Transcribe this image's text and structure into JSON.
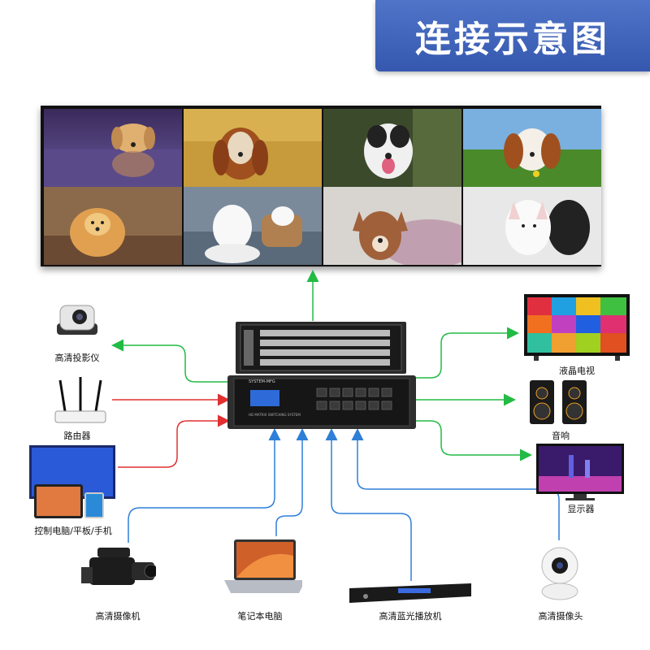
{
  "title": "连接示意图",
  "switcher": {
    "top_label": "SYSTEM-MFG",
    "model_label": "HD MATRIX SWITCHING SYSTEM"
  },
  "inputs_left": [
    {
      "label": "路由器",
      "icon": "router-icon",
      "color": "#e03030"
    },
    {
      "label": "控制电脑/平板/手机",
      "icon": "computer-tablet-phone-icon",
      "color": "#e03030"
    }
  ],
  "outputs_left": [
    {
      "label": "高清投影仪",
      "icon": "projector-icon",
      "color": "#22bb44"
    }
  ],
  "outputs_right": [
    {
      "label": "液晶电视",
      "icon": "tv-icon",
      "color": "#22bb44"
    },
    {
      "label": "音响",
      "icon": "speaker-icon",
      "color": "#22bb44"
    },
    {
      "label": "显示器",
      "icon": "monitor-icon",
      "color": "#22bb44"
    }
  ],
  "inputs_bottom": [
    {
      "label": "高清摄像机",
      "icon": "camcorder-icon",
      "color": "#2f7fd8"
    },
    {
      "label": "笔记本电脑",
      "icon": "laptop-icon",
      "color": "#2f7fd8"
    },
    {
      "label": "高清蓝光播放机",
      "icon": "bluray-player-icon",
      "color": "#2f7fd8"
    },
    {
      "label": "高清摄像头",
      "icon": "webcam-icon",
      "color": "#2f7fd8"
    }
  ],
  "video_wall": {
    "icon": "video-wall-icon",
    "panels": [
      "dog-golden-retriever-swimming",
      "dog-spaniel-autumn",
      "dog-boxer",
      "dog-cavalier-grass",
      "dog-pomeranian",
      "dog-samoyed-basket",
      "dog-chihuahua-blanket",
      "dog-bull-terrier"
    ]
  }
}
